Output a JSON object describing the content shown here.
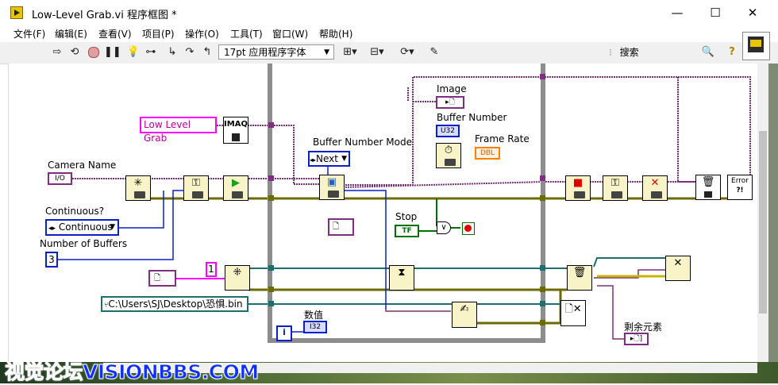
{
  "window": {
    "title": "Low-Level Grab.vi 程序框图 *",
    "minimize": "—",
    "maximize": "☐",
    "close": "✕"
  },
  "menu": [
    "文件(F)",
    "编辑(E)",
    "查看(V)",
    "项目(P)",
    "操作(O)",
    "工具(T)",
    "窗口(W)",
    "帮助(H)"
  ],
  "toolbar": {
    "font_selector": "17pt 应用程序字体",
    "search_placeholder": "搜索",
    "help": "?"
  },
  "diagram": {
    "imaq_const": "Low Level Grab",
    "imaq_ref_icon": "IMAQ",
    "camera_name_label": "Camera Name",
    "camera_io": "I/O",
    "continuous_label": "Continuous?",
    "continuous_value": "Continuous",
    "num_buffers_label": "Number of Buffers",
    "num_buffers_value": "3",
    "buffer_mode_label": "Buffer Number Mode",
    "buffer_mode_value": "Next",
    "image_label": "Image",
    "buffer_number_label": "Buffer Number",
    "buffer_number_type": "U32",
    "frame_rate_label": "Frame Rate",
    "frame_rate_type": "DBL",
    "stop_label": "Stop",
    "stop_value": "TF",
    "one_const": "1",
    "path_const": "C:\\Users\\SJ\\Desktop\\恐惧.bin",
    "numeric_label": "数值",
    "numeric_type": "I32",
    "remaining_label": "剩余元素",
    "error_handler": "Error"
  },
  "watermark": "视觉论坛VISIONBBS.COM",
  "colors": {
    "wire_imaq": "#7f2f7f",
    "wire_error": "#6b6b00",
    "wire_queue": "#1e6e6e",
    "wire_bool": "#007000",
    "wire_int": "#0a20c8",
    "wire_pink": "#ff00ff",
    "frame": "#8c8c8c"
  }
}
